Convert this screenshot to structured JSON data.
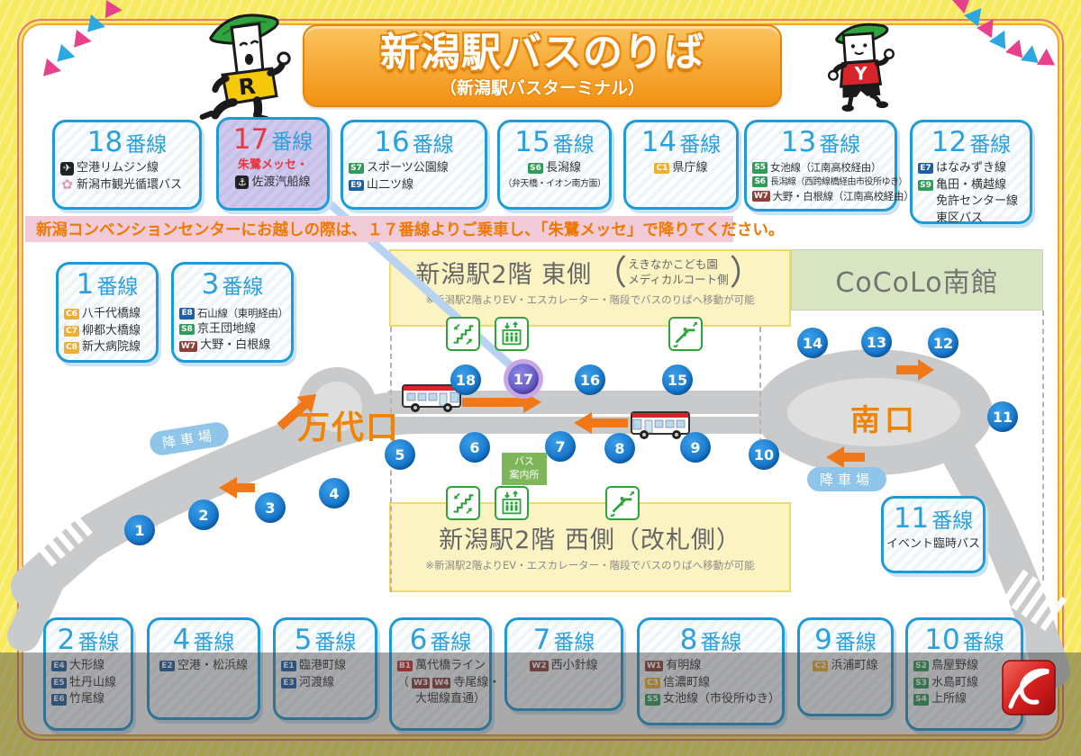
{
  "title": {
    "main": "新潟駅バスのりば",
    "sub": "（新潟駅バスターミナル）"
  },
  "notice": "新潟コンベンションセンターにお越しの際は、１７番線よりご乗車し、「朱鷺メッセ」で降りてください。",
  "labels": {
    "platform_suffix": "番線"
  },
  "badge_colors": {
    "c": "#EFAF33",
    "s": "#2F9D57",
    "e": "#1D5FA9",
    "w": "#8F3E38",
    "b": "#D7262C"
  },
  "mascots": {
    "left_letter": "R",
    "right_letter": "Y"
  },
  "platforms": {
    "p1": {
      "num": "1",
      "lines": [
        {
          "parts": [
            {
              "badge": "C6",
              "c": "c"
            },
            {
              "t": "八千代橋線"
            }
          ]
        },
        {
          "parts": [
            {
              "badge": "C7",
              "c": "c"
            },
            {
              "t": "柳都大橋線"
            }
          ]
        },
        {
          "parts": [
            {
              "badge": "C8",
              "c": "c"
            },
            {
              "t": "新大病院線"
            }
          ]
        }
      ]
    },
    "p2": {
      "num": "2",
      "lines": [
        {
          "parts": [
            {
              "badge": "E4",
              "c": "e"
            },
            {
              "t": "大形線"
            }
          ]
        },
        {
          "parts": [
            {
              "badge": "E5",
              "c": "e"
            },
            {
              "t": "牡丹山線"
            }
          ]
        },
        {
          "parts": [
            {
              "badge": "E6",
              "c": "e"
            },
            {
              "t": "竹尾線"
            }
          ]
        }
      ]
    },
    "p3": {
      "num": "3",
      "lines": [
        {
          "cls": "xs",
          "parts": [
            {
              "badge": "E8",
              "c": "e"
            },
            {
              "t": "石山線（東明経由）"
            }
          ]
        },
        {
          "parts": [
            {
              "badge": "S8",
              "c": "s"
            },
            {
              "t": "京王団地線"
            }
          ]
        },
        {
          "parts": [
            {
              "badge": "W7",
              "c": "w"
            },
            {
              "t": "大野・白根線"
            }
          ]
        }
      ]
    },
    "p4": {
      "num": "4",
      "lines": [
        {
          "cls": "center",
          "parts": [
            {
              "badge": "E2",
              "c": "e"
            },
            {
              "t": "空港・松浜線"
            }
          ]
        }
      ]
    },
    "p5": {
      "num": "5",
      "lines": [
        {
          "parts": [
            {
              "badge": "E1",
              "c": "e"
            },
            {
              "t": "臨港町線"
            }
          ]
        },
        {
          "parts": [
            {
              "badge": "E3",
              "c": "e"
            },
            {
              "t": "河渡線"
            }
          ]
        }
      ]
    },
    "p6": {
      "num": "6",
      "lines": [
        {
          "parts": [
            {
              "badge": "B1",
              "c": "b"
            },
            {
              "t": "萬代橋ライン"
            }
          ]
        },
        {
          "parts": [
            {
              "t": "（"
            },
            {
              "badge": "W3",
              "c": "w"
            },
            {
              "badge": "W4",
              "c": "w"
            },
            {
              "t": "寺尾線・"
            }
          ]
        },
        {
          "cls": "indent",
          "parts": [
            {
              "t": "大堀線直通）"
            }
          ]
        }
      ]
    },
    "p7": {
      "num": "7",
      "lines": [
        {
          "cls": "center",
          "parts": [
            {
              "badge": "W2",
              "c": "w"
            },
            {
              "t": "西小針線"
            }
          ]
        }
      ]
    },
    "p8": {
      "num": "8",
      "lines": [
        {
          "parts": [
            {
              "badge": "W1",
              "c": "w"
            },
            {
              "t": "有明線"
            }
          ]
        },
        {
          "parts": [
            {
              "badge": "C3",
              "c": "c"
            },
            {
              "t": "信濃町線"
            }
          ]
        },
        {
          "parts": [
            {
              "badge": "S5",
              "c": "s"
            },
            {
              "t": "女池線（市役所ゆき）"
            }
          ]
        }
      ]
    },
    "p9": {
      "num": "9",
      "lines": [
        {
          "cls": "center",
          "parts": [
            {
              "badge": "C2",
              "c": "c"
            },
            {
              "t": "浜浦町線"
            }
          ]
        }
      ]
    },
    "p10": {
      "num": "10",
      "lines": [
        {
          "parts": [
            {
              "badge": "S2",
              "c": "s"
            },
            {
              "t": "鳥屋野線"
            }
          ]
        },
        {
          "parts": [
            {
              "badge": "S3",
              "c": "s"
            },
            {
              "t": "水島町線"
            }
          ]
        },
        {
          "parts": [
            {
              "badge": "S4",
              "c": "s"
            },
            {
              "t": "上所線"
            }
          ]
        }
      ]
    },
    "p11": {
      "num": "11",
      "lines": [
        {
          "cls": "center",
          "parts": [
            {
              "t": "イベント臨時バス"
            }
          ]
        }
      ]
    },
    "p12": {
      "num": "12",
      "lines": [
        {
          "parts": [
            {
              "badge": "E7",
              "c": "e"
            },
            {
              "t": "はなみずき線"
            }
          ]
        },
        {
          "parts": [
            {
              "badge": "S9",
              "c": "s"
            },
            {
              "t": "亀田・横越線"
            }
          ]
        },
        {
          "cls": "indent",
          "parts": [
            {
              "t": "免許センター線"
            }
          ]
        },
        {
          "cls": "indent",
          "parts": [
            {
              "t": "東区バス"
            }
          ]
        }
      ]
    },
    "p13": {
      "num": "13",
      "lines": [
        {
          "cls": "xs",
          "parts": [
            {
              "badge": "S5",
              "c": "s"
            },
            {
              "t": "女池線（江南高校経由）"
            }
          ]
        },
        {
          "cls": "sm",
          "parts": [
            {
              "badge": "S6",
              "c": "s"
            },
            {
              "t": "長潟線（西跨線橋経由市役所ゆき）"
            }
          ]
        },
        {
          "cls": "xs",
          "parts": [
            {
              "badge": "W7",
              "c": "w"
            },
            {
              "t": "大野・白根線（江南高校経由）"
            }
          ]
        }
      ]
    },
    "p14": {
      "num": "14",
      "lines": [
        {
          "cls": "center",
          "parts": [
            {
              "badge": "C1",
              "c": "c"
            },
            {
              "t": "県庁線"
            }
          ]
        }
      ]
    },
    "p15": {
      "num": "15",
      "lines": [
        {
          "cls": "center",
          "parts": [
            {
              "badge": "S6",
              "c": "s"
            },
            {
              "t": "長潟線"
            }
          ]
        },
        {
          "cls": "center sm",
          "parts": [
            {
              "t": "（弁天橋・イオン南方面）"
            }
          ]
        }
      ]
    },
    "p16": {
      "num": "16",
      "lines": [
        {
          "parts": [
            {
              "badge": "S7",
              "c": "s"
            },
            {
              "t": "スポーツ公園線"
            }
          ]
        },
        {
          "parts": [
            {
              "badge": "E9",
              "c": "e"
            },
            {
              "t": "山二ツ線"
            }
          ]
        }
      ]
    },
    "p17": {
      "num": "17",
      "num_red": true,
      "lines": [
        {
          "cls": "center",
          "parts": [
            {
              "t": "朱鷺メッセ・",
              "red": true
            }
          ]
        },
        {
          "cls": "center",
          "parts": [
            {
              "icon": "ferry"
            },
            {
              "t": "佐渡汽船線"
            }
          ]
        }
      ]
    },
    "p18": {
      "num": "18",
      "lines": [
        {
          "parts": [
            {
              "icon": "airplane"
            },
            {
              "t": "空港リムジン線"
            }
          ]
        },
        {
          "parts": [
            {
              "icon": "tulip"
            },
            {
              "t": "新潟市観光循環バス"
            }
          ]
        }
      ]
    }
  },
  "map": {
    "east_block": {
      "title": "新潟駅2階 東側",
      "paren_line1": "えきなかこども園",
      "paren_line2": "メディカルコート側",
      "note": "※新潟駅2階よりEV・エスカレーター・階段でバスのりばへ移動が可能"
    },
    "cocolo": "CoCoLo南館",
    "west_block": {
      "title": "新潟駅2階 西側（改札側）",
      "note": "※新潟駅2階よりEV・エスカレーター・階段でバスのりばへ移動が可能"
    },
    "bandai_gate": "万代口",
    "south_gate": "南口",
    "dropoff_left": "降車場",
    "dropoff_right": "降車場",
    "bus_info": {
      "line1": "バス",
      "line2": "案内所"
    },
    "stops": [
      "1",
      "2",
      "3",
      "4",
      "5",
      "6",
      "7",
      "8",
      "9",
      "10",
      "11",
      "12",
      "13",
      "14",
      "15",
      "16",
      "17",
      "18"
    ]
  }
}
